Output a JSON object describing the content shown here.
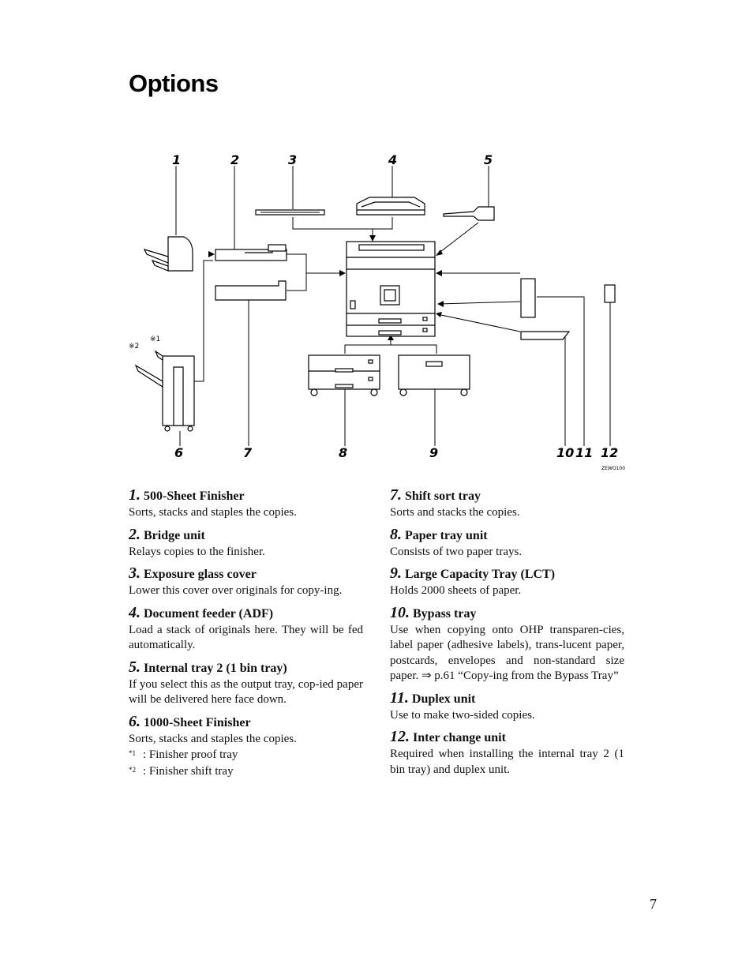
{
  "page": {
    "title": "Options",
    "page_number": "7"
  },
  "diagram": {
    "callouts": [
      "1",
      "2",
      "3",
      "4",
      "5",
      "6",
      "7",
      "8",
      "9",
      "10",
      "11",
      "12"
    ],
    "finisher_markers": [
      "※2",
      "※1"
    ],
    "figure_code": "ZEWO100"
  },
  "items": [
    {
      "num": "1.",
      "title": "500-Sheet Finisher",
      "desc": "Sorts, stacks and staples the copies."
    },
    {
      "num": "2.",
      "title": "Bridge unit",
      "desc": "Relays copies to the finisher."
    },
    {
      "num": "3.",
      "title": "Exposure glass cover",
      "desc": "Lower this cover over originals for copy-ing."
    },
    {
      "num": "4.",
      "title": "Document feeder (ADF)",
      "desc": "Load a stack of originals here. They will be fed automatically."
    },
    {
      "num": "5.",
      "title": "Internal tray 2 (1 bin tray)",
      "desc": "If you select this as the output tray, cop-ied paper will be delivered here face down."
    },
    {
      "num": "6.",
      "title": "1000-Sheet Finisher",
      "desc": "Sorts, stacks and staples the copies.",
      "notes": [
        {
          "mark": "*1",
          "text": ": Finisher proof tray"
        },
        {
          "mark": "*2",
          "text": ": Finisher shift tray"
        }
      ]
    },
    {
      "num": "7.",
      "title": "Shift sort tray",
      "desc": "Sorts and stacks the copies."
    },
    {
      "num": "8.",
      "title": "Paper tray unit",
      "desc": "Consists of two paper trays."
    },
    {
      "num": "9.",
      "title": "Large Capacity Tray (LCT)",
      "desc": "Holds 2000 sheets of paper."
    },
    {
      "num": "10.",
      "title": "Bypass tray",
      "desc": "Use when copying onto OHP transparen-cies, label paper (adhesive labels), trans-lucent paper, postcards, envelopes and non-standard size paper. ⇒ p.61 “Copy-ing from the Bypass Tray”"
    },
    {
      "num": "11.",
      "title": "Duplex unit",
      "desc": "Use to make two-sided copies."
    },
    {
      "num": "12.",
      "title": "Inter change unit",
      "desc": "Required when installing the internal tray 2 (1 bin tray) and duplex unit."
    }
  ]
}
